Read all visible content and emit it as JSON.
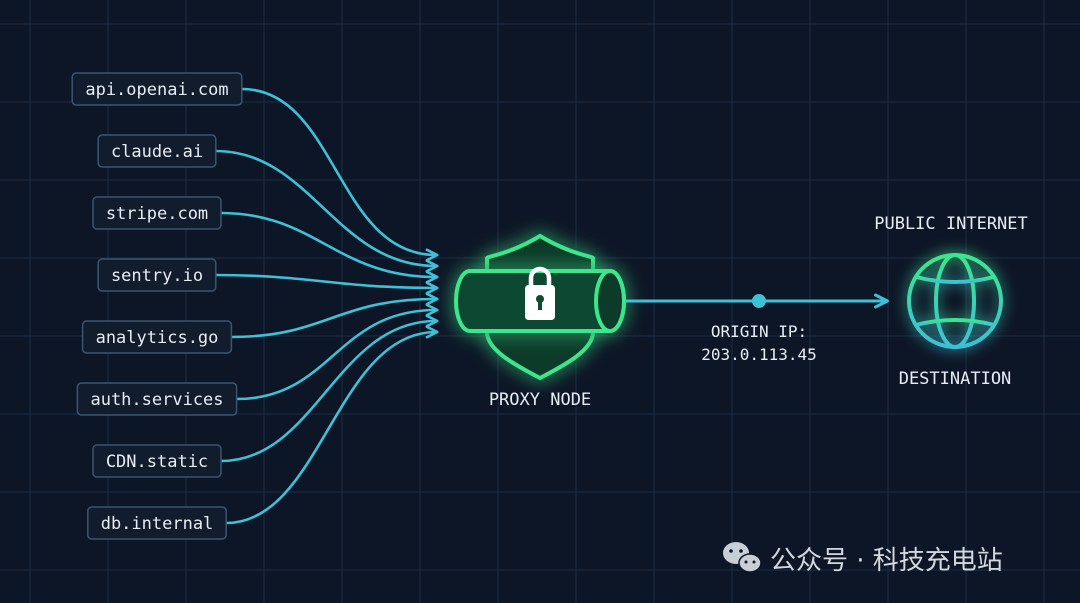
{
  "sources": [
    "api.openai.com",
    "claude.ai",
    "stripe.com",
    "sentry.io",
    "analytics.go",
    "auth.services",
    "CDN.static",
    "db.internal"
  ],
  "proxy": {
    "label": "PROXY NODE"
  },
  "origin": {
    "label": "ORIGIN IP:",
    "ip": "203.0.113.45"
  },
  "destination": {
    "top_label": "PUBLIC INTERNET",
    "bottom_label": "DESTINATION"
  },
  "watermark": {
    "text": "公众号 · 科技充电站"
  },
  "colors": {
    "background": "#0d1626",
    "grid": "#1d2c42",
    "line": "#3ec0d6",
    "accent_green": "#3ee68c",
    "tube_fill": "#0f4a32",
    "box_fill": "#111c2c",
    "box_stroke": "#3a5573",
    "text": "#e6edf5"
  }
}
